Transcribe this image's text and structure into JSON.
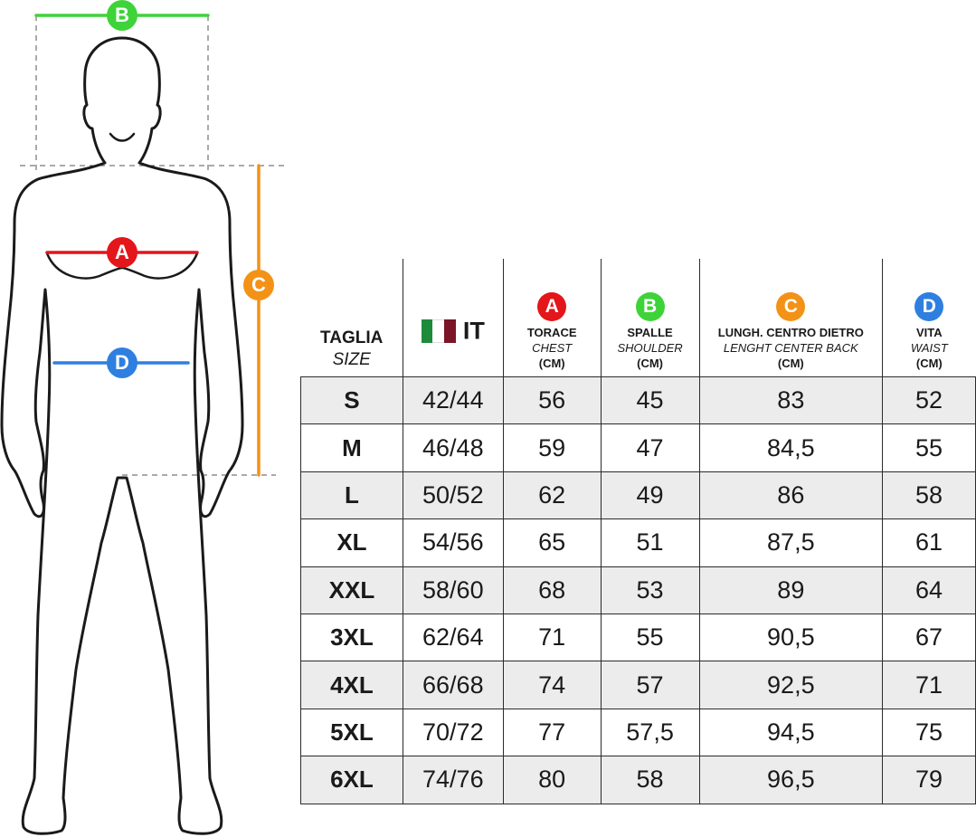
{
  "colors": {
    "A": "#e3161b",
    "B": "#3fd33a",
    "C": "#f39216",
    "D": "#2e7fe0",
    "outline": "#1a1a1a",
    "guide": "#555555",
    "row_shade": "#ececec"
  },
  "figure": {
    "badges": {
      "A": "A",
      "B": "B",
      "C": "C",
      "D": "D"
    }
  },
  "table": {
    "headers": {
      "size": {
        "line1": "TAGLIA",
        "line2": "SIZE"
      },
      "it": {
        "label": "IT",
        "flag_colors": [
          "#1e8a3c",
          "#ffffff",
          "#7a1626"
        ]
      },
      "chest": {
        "badge": "A",
        "line1": "TORACE",
        "line2": "CHEST",
        "line3": "(CM)"
      },
      "shoulder": {
        "badge": "B",
        "line1": "SPALLE",
        "line2": "SHOULDER",
        "line3": "(CM)"
      },
      "back": {
        "badge": "C",
        "line1": "LUNGH. CENTRO DIETRO",
        "line2": "LENGHT CENTER BACK",
        "line3": "(CM)"
      },
      "waist": {
        "badge": "D",
        "line1": "VITA",
        "line2": "WAIST",
        "line3": "(CM)"
      }
    },
    "rows": [
      {
        "size": "S",
        "it": "42/44",
        "chest": "56",
        "shoulder": "45",
        "back": "83",
        "waist": "52"
      },
      {
        "size": "M",
        "it": "46/48",
        "chest": "59",
        "shoulder": "47",
        "back": "84,5",
        "waist": "55"
      },
      {
        "size": "L",
        "it": "50/52",
        "chest": "62",
        "shoulder": "49",
        "back": "86",
        "waist": "58"
      },
      {
        "size": "XL",
        "it": "54/56",
        "chest": "65",
        "shoulder": "51",
        "back": "87,5",
        "waist": "61"
      },
      {
        "size": "XXL",
        "it": "58/60",
        "chest": "68",
        "shoulder": "53",
        "back": "89",
        "waist": "64"
      },
      {
        "size": "3XL",
        "it": "62/64",
        "chest": "71",
        "shoulder": "55",
        "back": "90,5",
        "waist": "67"
      },
      {
        "size": "4XL",
        "it": "66/68",
        "chest": "74",
        "shoulder": "57",
        "back": "92,5",
        "waist": "71"
      },
      {
        "size": "5XL",
        "it": "70/72",
        "chest": "77",
        "shoulder": "57,5",
        "back": "94,5",
        "waist": "75"
      },
      {
        "size": "6XL",
        "it": "74/76",
        "chest": "80",
        "shoulder": "58",
        "back": "96,5",
        "waist": "79"
      }
    ]
  }
}
